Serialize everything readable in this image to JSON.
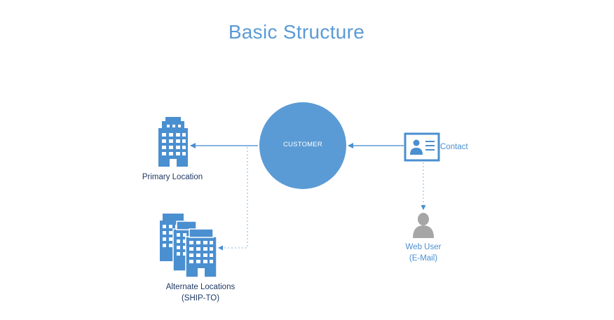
{
  "diagram": {
    "title": "Basic Structure",
    "center_node": "CUSTOMER",
    "primary_location": "Primary Location",
    "alternate_locations_line1": "Alternate Locations",
    "alternate_locations_line2": "(SHIP-TO)",
    "contact": "Contact",
    "web_user_line1": "Web User",
    "web_user_line2": "(E-Mail)"
  },
  "colors": {
    "accent": "#5b9bd5",
    "circle": "#5b9bd5",
    "building": "#4a8fd0",
    "dark_text": "#1f3864",
    "user_gray": "#a6a6a6"
  },
  "icons": {
    "primary": "building-icon",
    "alternate": "buildings-stack-icon",
    "contact": "contact-card-icon",
    "web_user": "person-icon"
  }
}
